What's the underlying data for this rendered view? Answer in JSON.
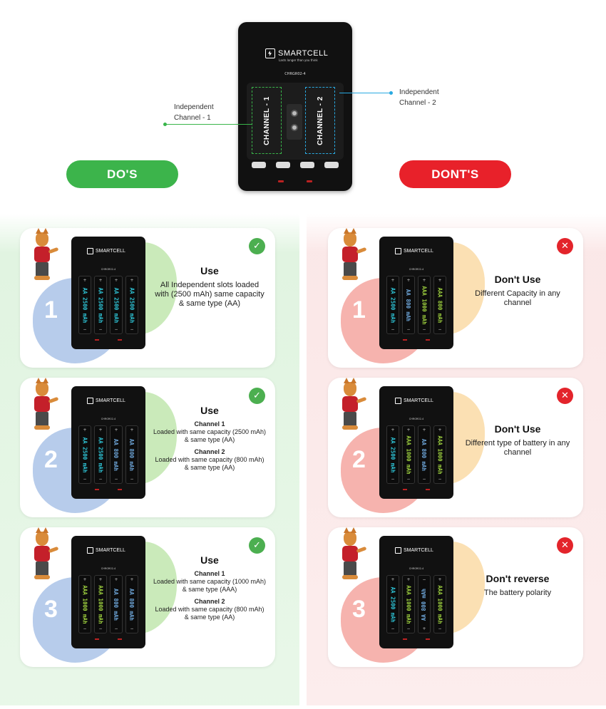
{
  "header": {
    "brand": "SMARTCELL",
    "tagline": "Lasts longer than you think",
    "model": "CHRGR02-4",
    "channel1_text": "CHANNEL - 1",
    "channel2_text": "CHANNEL - 2",
    "callout_left_line1": "Independent",
    "callout_left_line2": "Channel - 1",
    "callout_right_line1": "Independent",
    "callout_right_line2": "Channel - 2",
    "colors": {
      "channel1": "#39b54a",
      "channel2": "#29a9e1"
    }
  },
  "pills": {
    "dos": "DO'S",
    "donts": "DONT'S"
  },
  "dos": [
    {
      "number": "1",
      "title": "Use",
      "body": "All Independent slots loaded with (2500 mAh) same capacity & same type (AA)",
      "cells": [
        "AA 2500 mAh",
        "AA 2500 mAh",
        "AA 2500 mAh",
        "AA 2500 mAh"
      ]
    },
    {
      "number": "2",
      "title": "Use",
      "ch1_label": "Channel 1",
      "ch1_text": "Loaded with same capacity (2500 mAh) & same type (AA)",
      "ch2_label": "Channel 2",
      "ch2_text": "Loaded with same capacity (800 mAh) & same type (AA)",
      "cells": [
        "AA 2500 mAh",
        "AA 2500 mAh",
        "AA 800 mAh",
        "AA 800 mAh"
      ]
    },
    {
      "number": "3",
      "title": "Use",
      "ch1_label": "Channel 1",
      "ch1_text": "Loaded with same capacity (1000 mAh) & same type (AAA)",
      "ch2_label": "Channel 2",
      "ch2_text": "Loaded with same capacity (800 mAh) & same type (AA)",
      "cells": [
        "AAA 1000 mAh",
        "AAA 1000 mAh",
        "AA 800 mAh",
        "AA 800 mAh"
      ]
    }
  ],
  "donts": [
    {
      "number": "1",
      "title": "Don't Use",
      "body": "Different Capacity in any channel",
      "cells": [
        "AA 2500 mAh",
        "AA 800 mAh",
        "AAA 1000 mAh",
        "AAA 800 mAh"
      ]
    },
    {
      "number": "2",
      "title": "Don't Use",
      "body": "Different type of battery in any channel",
      "cells": [
        "AA 2500 mAh",
        "AAA 1000 mAh",
        "AA 800 mAh",
        "AAA 1000 mAh"
      ]
    },
    {
      "number": "3",
      "title": "Don't reverse",
      "body": "The battery polarity",
      "cells": [
        "AA 2500 mAh",
        "AAA 1000 mAh",
        "AA 800 mAh",
        "AAA 1000 mAh"
      ]
    }
  ]
}
